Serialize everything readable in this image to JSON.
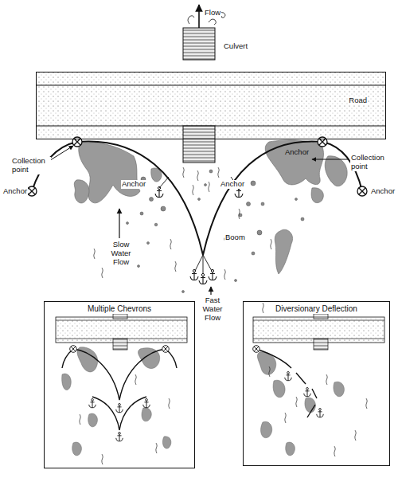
{
  "diagram": {
    "nodes": [
      {
        "text": [
          "Culvert"
        ]
      },
      {
        "text": [
          "Road"
        ]
      },
      {
        "text": [
          "Multiple Chevrons"
        ]
      },
      {
        "text": [
          "Diversionary Deflection"
        ]
      }
    ],
    "labels": [
      "Flow",
      "Collection point",
      "Collection point",
      "Anchor",
      "Anchor",
      "Anchor",
      "Anchor",
      "Anchor",
      "Slow Water Flow",
      "Boom",
      "Fast Water Flow"
    ]
  }
}
